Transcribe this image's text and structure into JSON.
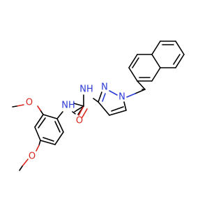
{
  "molecule": {
    "atoms": {
      "nh_top": "NH",
      "nh_bottom": "NH",
      "carbonyl_o": "O",
      "pyrazole_n2": "N",
      "pyrazole_n1": "N",
      "methoxy_o_upper": "O",
      "methoxy_o_lower": "O"
    },
    "colors": {
      "bond": "#000000",
      "nitrogen": "#2a3bd6",
      "oxygen": "#d9261c",
      "background": "#ffffff"
    }
  }
}
